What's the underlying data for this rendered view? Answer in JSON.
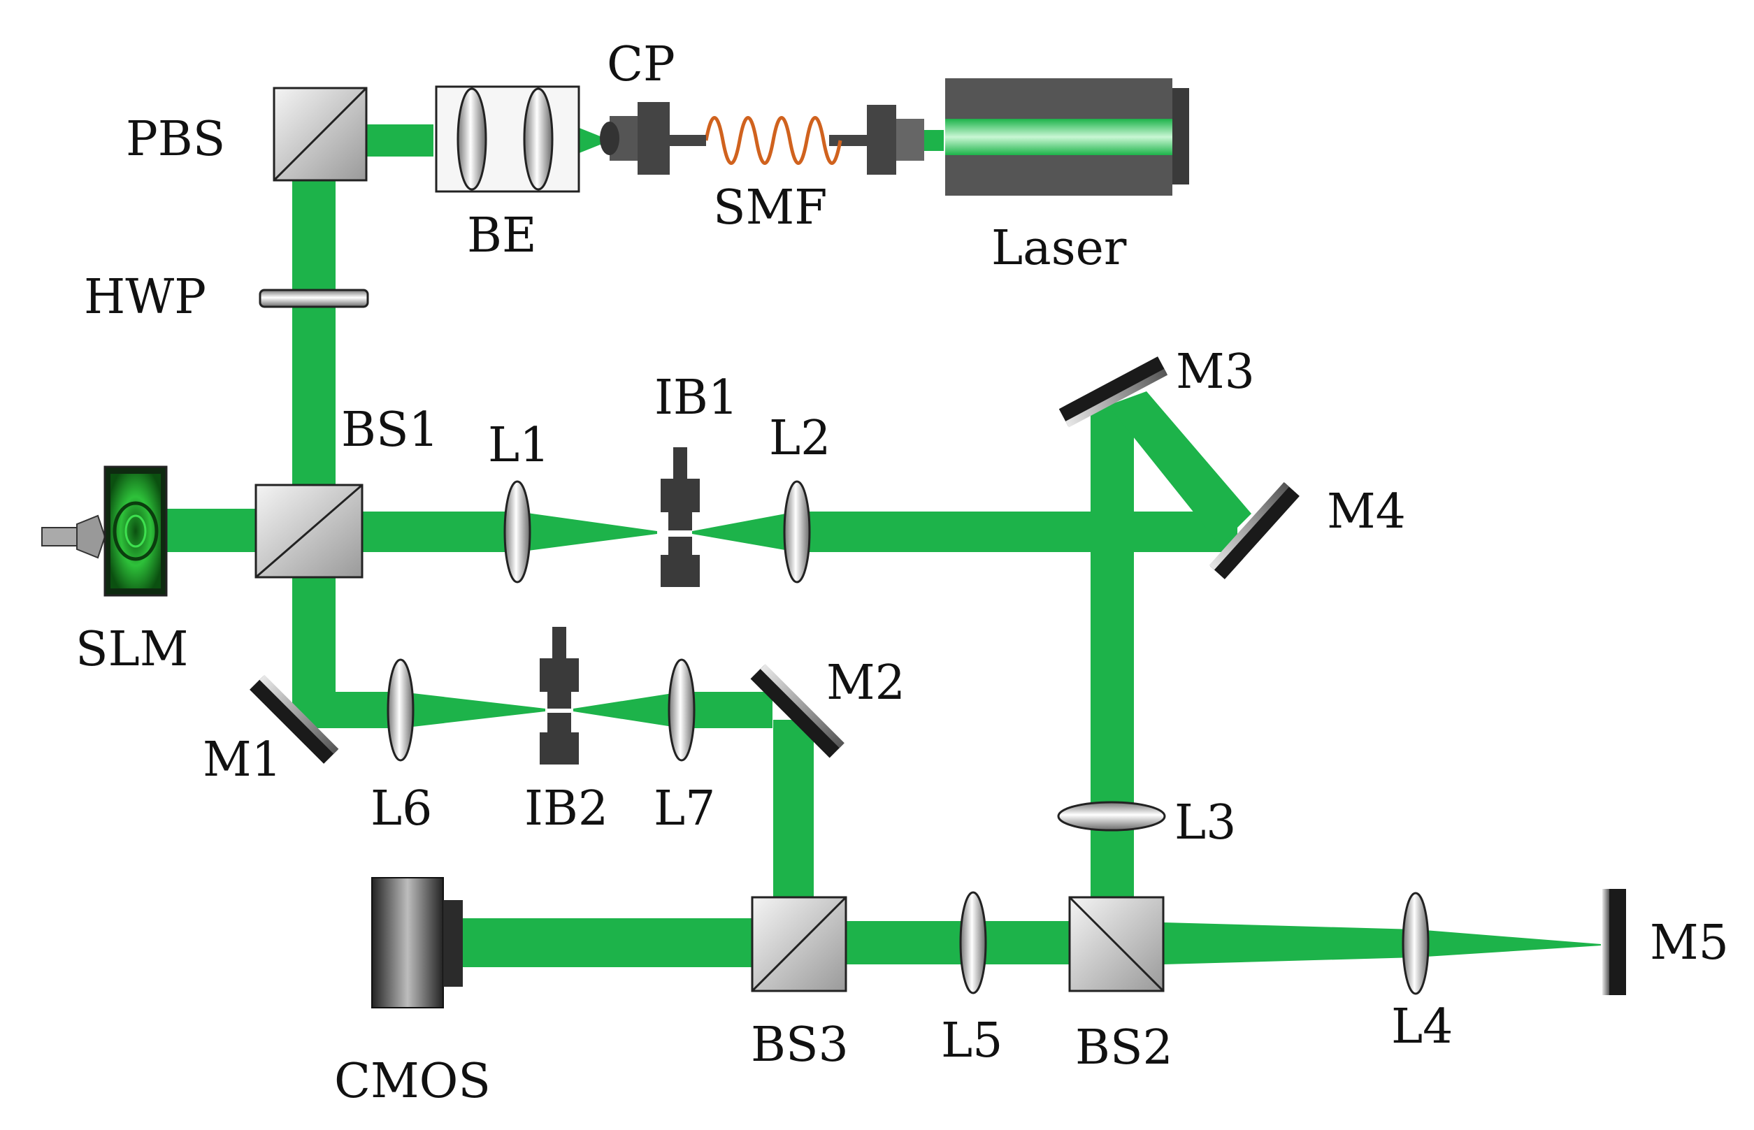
{
  "labels": {
    "pbs": "PBS",
    "be": "BE",
    "cp": "CP",
    "smf": "SMF",
    "laser": "Laser",
    "hwp": "HWP",
    "bs1": "BS1",
    "l1": "L1",
    "ib1": "IB1",
    "l2": "L2",
    "m3": "M3",
    "m4": "M4",
    "slm": "SLM",
    "m1": "M1",
    "l6": "L6",
    "ib2": "IB2",
    "l7": "L7",
    "m2": "M2",
    "l3": "L3",
    "cmos": "CMOS",
    "bs3": "BS3",
    "l5": "L5",
    "bs2": "BS2",
    "l4": "L4",
    "m5": "M5"
  },
  "colors": {
    "beam": "#1DB34A",
    "fiber": "#D0621E",
    "laser_body": "#555555",
    "mirror": "#1a1a1a",
    "aperture": "#3a3a3a",
    "slm_screen": "#128a1e"
  }
}
